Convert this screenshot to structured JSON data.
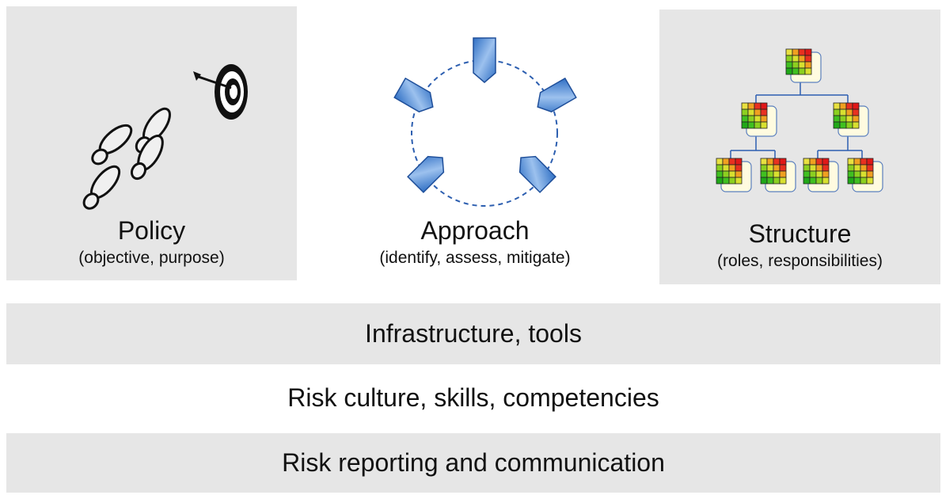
{
  "pillars": [
    {
      "title": "Policy",
      "subtitle": "(objective, purpose)"
    },
    {
      "title": "Approach",
      "subtitle": "(identify, assess, mitigate)"
    },
    {
      "title": "Structure",
      "subtitle": "(roles, responsibilities)"
    }
  ],
  "bands": [
    {
      "label": "Infrastructure, tools"
    },
    {
      "label": "Risk culture, skills, competencies"
    },
    {
      "label": "Risk reporting and communication"
    }
  ],
  "colors": {
    "panel": "#e6e6e6",
    "accent": "#3a78c9",
    "connector": "#2d5fb0"
  }
}
